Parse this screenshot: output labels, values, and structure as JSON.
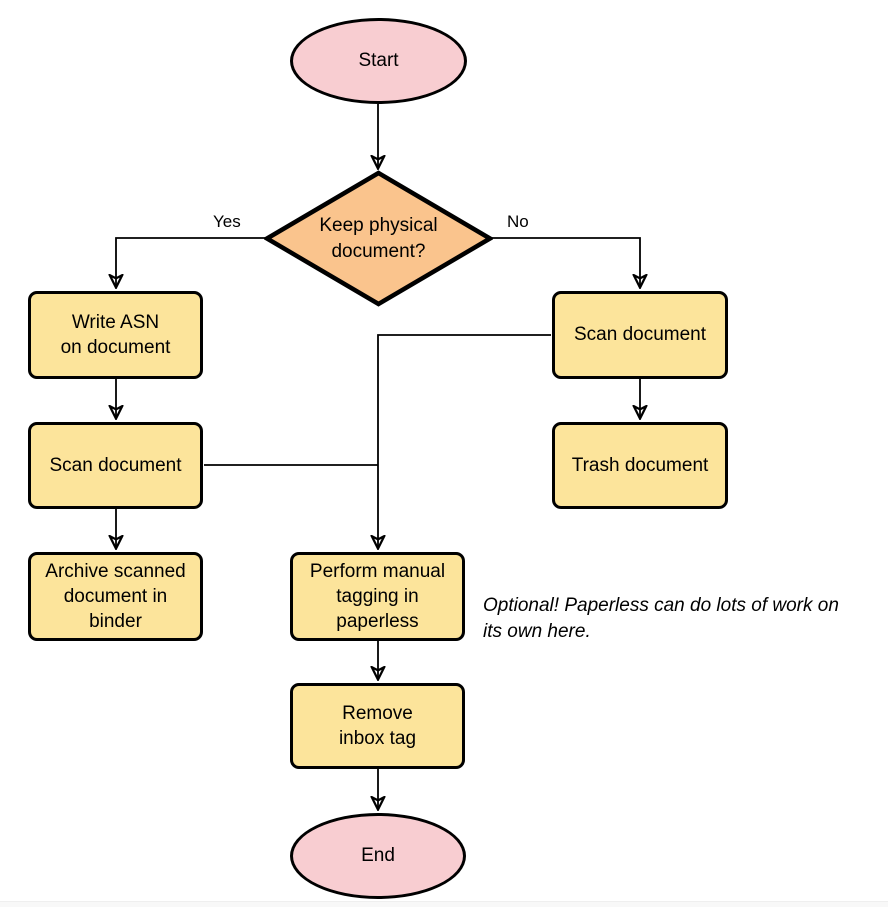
{
  "colors": {
    "node-yellow": "#fce49b",
    "node-pink": "#f8cdd1",
    "node-orange": "#fac48d",
    "stroke": "#000000",
    "canvas-bg": "#ffffff"
  },
  "nodes": {
    "start": {
      "label": "Start",
      "shape": "ellipse"
    },
    "decision": {
      "label": "Keep physical\ndocument?",
      "shape": "diamond"
    },
    "write_asn": {
      "label": "Write ASN\non document",
      "shape": "rect"
    },
    "scan_left": {
      "label": "Scan document",
      "shape": "rect"
    },
    "archive": {
      "label": "Archive scanned\ndocument in\nbinder",
      "shape": "rect"
    },
    "scan_right": {
      "label": "Scan document",
      "shape": "rect"
    },
    "trash": {
      "label": "Trash document",
      "shape": "rect"
    },
    "tagging": {
      "label": "Perform manual\ntagging in\npaperless",
      "shape": "rect"
    },
    "remove_inbox": {
      "label": "Remove\ninbox tag",
      "shape": "rect"
    },
    "end": {
      "label": "End",
      "shape": "ellipse"
    }
  },
  "edge_labels": {
    "yes": "Yes",
    "no": "No"
  },
  "annotation": {
    "line1": "Optional! Paperless can do lots of work on",
    "line2": "its own here."
  }
}
